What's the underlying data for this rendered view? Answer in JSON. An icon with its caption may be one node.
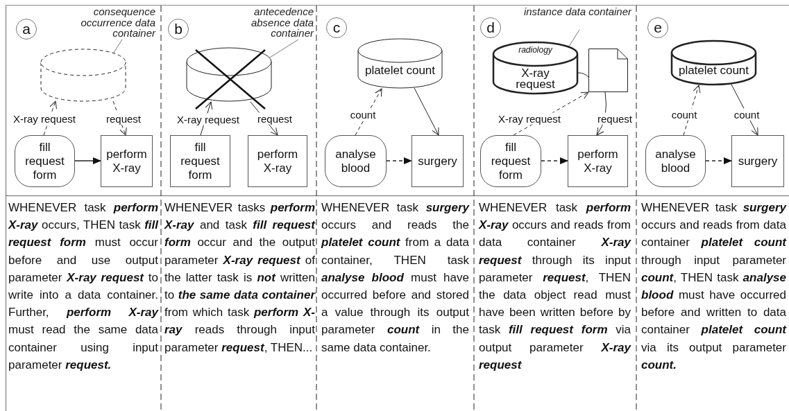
{
  "diagram": {
    "nodes": [
      {
        "text": [
          "a"
        ]
      },
      {
        "text": [
          "consequence occurrence data container"
        ]
      },
      {
        "text": [],
        "shape": "cylinder"
      },
      {
        "text": [
          "fill request form"
        ]
      },
      {
        "text": [
          "perform X-ray"
        ]
      },
      {
        "text": [
          "b"
        ]
      },
      {
        "text": [
          "antecedence absence data container"
        ]
      },
      {
        "text": [],
        "shape": "cylinder"
      },
      {
        "text": [
          "fill request form"
        ]
      },
      {
        "text": [
          "perform X-ray"
        ]
      },
      {
        "text": [
          "c"
        ]
      },
      {
        "text": [
          "platelet count"
        ]
      },
      {
        "text": [
          "analyse blood"
        ]
      },
      {
        "text": [
          "surgery"
        ]
      },
      {
        "text": [
          "d"
        ]
      },
      {
        "text": [
          "instance data container"
        ]
      },
      {
        "text": [
          "radiology",
          "X-ray request"
        ]
      },
      {
        "text": [],
        "shape": "document"
      },
      {
        "text": [
          "fill request form"
        ]
      },
      {
        "text": [
          "perform X-ray"
        ]
      },
      {
        "text": [
          "e"
        ]
      },
      {
        "text": [
          "platelet count"
        ]
      },
      {
        "text": [
          "analyse blood"
        ]
      },
      {
        "text": [
          "surgery"
        ]
      }
    ],
    "edges": [
      {
        "from": 1,
        "to": 2,
        "arrow": "none"
      },
      {
        "from": 3,
        "to": 2,
        "arrow": "to",
        "label": "X-ray request",
        "style": "dashed"
      },
      {
        "from": 2,
        "to": 4,
        "arrow": "to",
        "label": "request",
        "style": "dashed"
      },
      {
        "from": 3,
        "to": 4,
        "arrow": "to"
      },
      {
        "from": 6,
        "to": 7,
        "arrow": "none"
      },
      {
        "from": 8,
        "to": 7,
        "arrow": "to",
        "label": "X-ray request"
      },
      {
        "from": 7,
        "to": 9,
        "arrow": "to",
        "label": "request"
      },
      {
        "from": 12,
        "to": 11,
        "arrow": "to",
        "label": "count",
        "style": "dashed"
      },
      {
        "from": 11,
        "to": 13,
        "arrow": "to"
      },
      {
        "from": 12,
        "to": 13,
        "arrow": "to",
        "style": "dashed"
      },
      {
        "from": 15,
        "to": 16,
        "arrow": "none"
      },
      {
        "from": 16,
        "to": 17,
        "arrow": "none"
      },
      {
        "from": 18,
        "to": 17,
        "arrow": "to",
        "label": "X-ray request",
        "style": "dashed"
      },
      {
        "from": 17,
        "to": 19,
        "arrow": "to",
        "label": "request"
      },
      {
        "from": 18,
        "to": 19,
        "arrow": "to",
        "style": "dashed"
      },
      {
        "from": 22,
        "to": 21,
        "arrow": "to",
        "label": "count",
        "style": "dashed"
      },
      {
        "from": 21,
        "to": 23,
        "arrow": "to",
        "label": "count"
      },
      {
        "from": 22,
        "to": 23,
        "arrow": "to",
        "style": "dashed"
      }
    ],
    "labels": [
      "WHENEVER task **perform X-ray** occurs, THEN task **fill request form** must occur before and use output parameter **X-ray request** to write into a data container. Further, **perform X-ray** must read the same data container using input parameter **request.**",
      "WHENEVER tasks **perform X-ray** and task **fill request form** occur and the output parameter **X-ray request** of the latter task is **not** written to **the same data container** from which task **perform X-ray** reads through input parameter **request**, THEN...",
      "WHENEVER task **surgery** occurs and reads the **platelet count** from a data container, THEN task **analyse blood** must have occurred before and stored a value through its output parameter **count** in the same data container.",
      "WHENEVER task **perform X-ray** occurs and reads from data container **X-ray request** through its input parameter **request**, THEN the data object read must have been written before by task **fill request form** via output parameter **X-ray request**",
      "WHENEVER task **surgery** occurs and reads from data container **platelet count** through input parameter **count**, THEN task **analyse blood** must have occurred before and written to data container **platelet count** via its output parameter **count.**"
    ]
  }
}
